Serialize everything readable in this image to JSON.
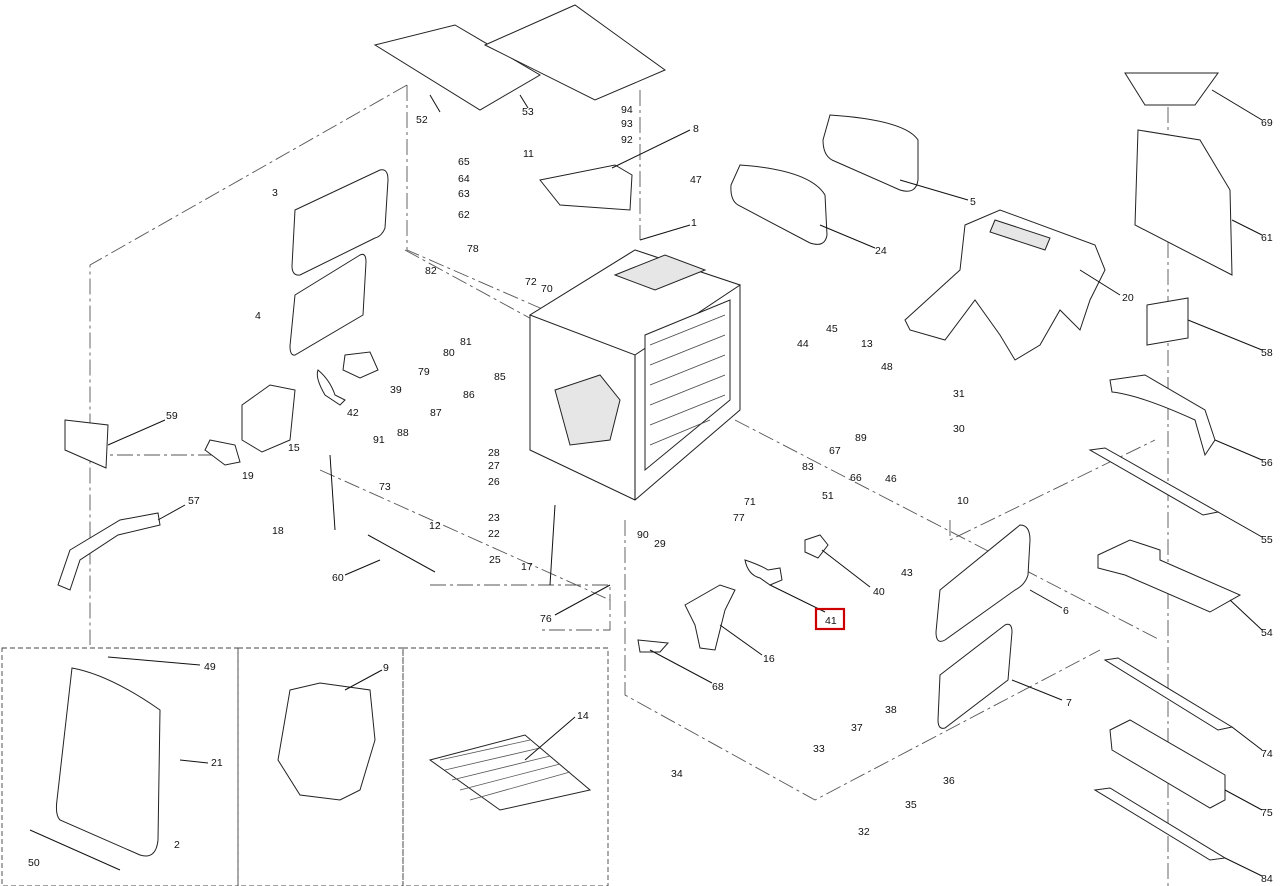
{
  "diagram": {
    "highlight_color": "#cc0000",
    "highlighted_callout": "41",
    "callouts": [
      "1",
      "2",
      "3",
      "4",
      "5",
      "6",
      "7",
      "8",
      "9",
      "10",
      "11",
      "12",
      "13",
      "14",
      "15",
      "16",
      "17",
      "18",
      "19",
      "20",
      "21",
      "22",
      "23",
      "24",
      "25",
      "26",
      "27",
      "28",
      "29",
      "30",
      "31",
      "32",
      "33",
      "34",
      "35",
      "36",
      "37",
      "38",
      "39",
      "40",
      "41",
      "42",
      "43",
      "44",
      "45",
      "46",
      "47",
      "48",
      "49",
      "50",
      "51",
      "52",
      "53",
      "54",
      "55",
      "56",
      "57",
      "58",
      "59",
      "60",
      "61",
      "62",
      "63",
      "64",
      "65",
      "66",
      "67",
      "68",
      "69",
      "70",
      "71",
      "72",
      "73",
      "74",
      "75",
      "76",
      "77",
      "78",
      "79",
      "80",
      "81",
      "82",
      "83",
      "84",
      "85",
      "86",
      "87",
      "88",
      "89",
      "90",
      "91",
      "92",
      "93",
      "94"
    ]
  }
}
